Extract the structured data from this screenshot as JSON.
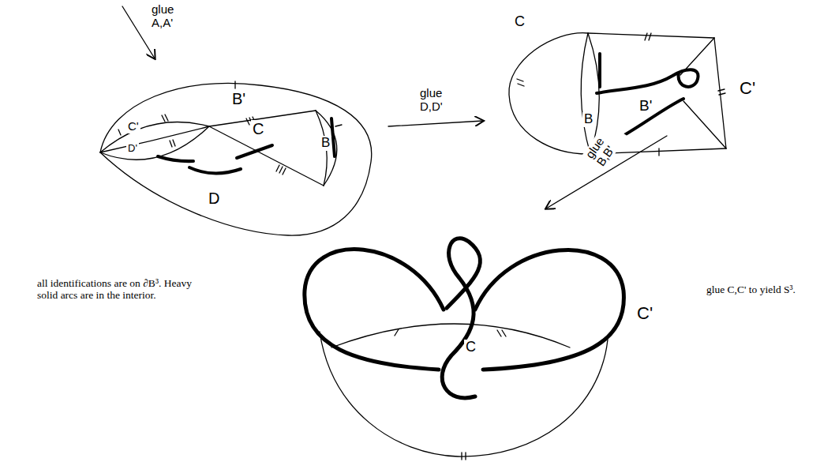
{
  "diagram": {
    "labels": [
      "glue A,A'",
      "B'",
      "C'",
      "D'",
      "C",
      "B",
      "D",
      "glue D,D'",
      "C",
      "B",
      "B'",
      "C'",
      "glue B,B'",
      "C",
      "C'",
      "all identifications are on ∂B³. Heavy solid arcs are in the interior.",
      "glue C,C' to yield S³."
    ]
  }
}
